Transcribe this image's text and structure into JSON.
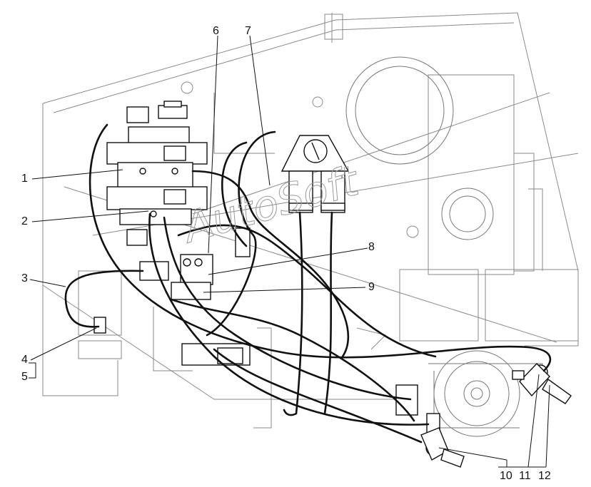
{
  "callouts": {
    "c1": "1",
    "c2": "2",
    "c3": "3",
    "c4": "4",
    "c5": "5",
    "c6": "6",
    "c7": "7",
    "c8": "8",
    "c9": "9",
    "c10": "10",
    "c11": "11",
    "c12": "12"
  },
  "watermark": "AutoSoft",
  "colors": {
    "ink": "#111111",
    "structure": "#555555",
    "faint": "#9a9a9a"
  }
}
